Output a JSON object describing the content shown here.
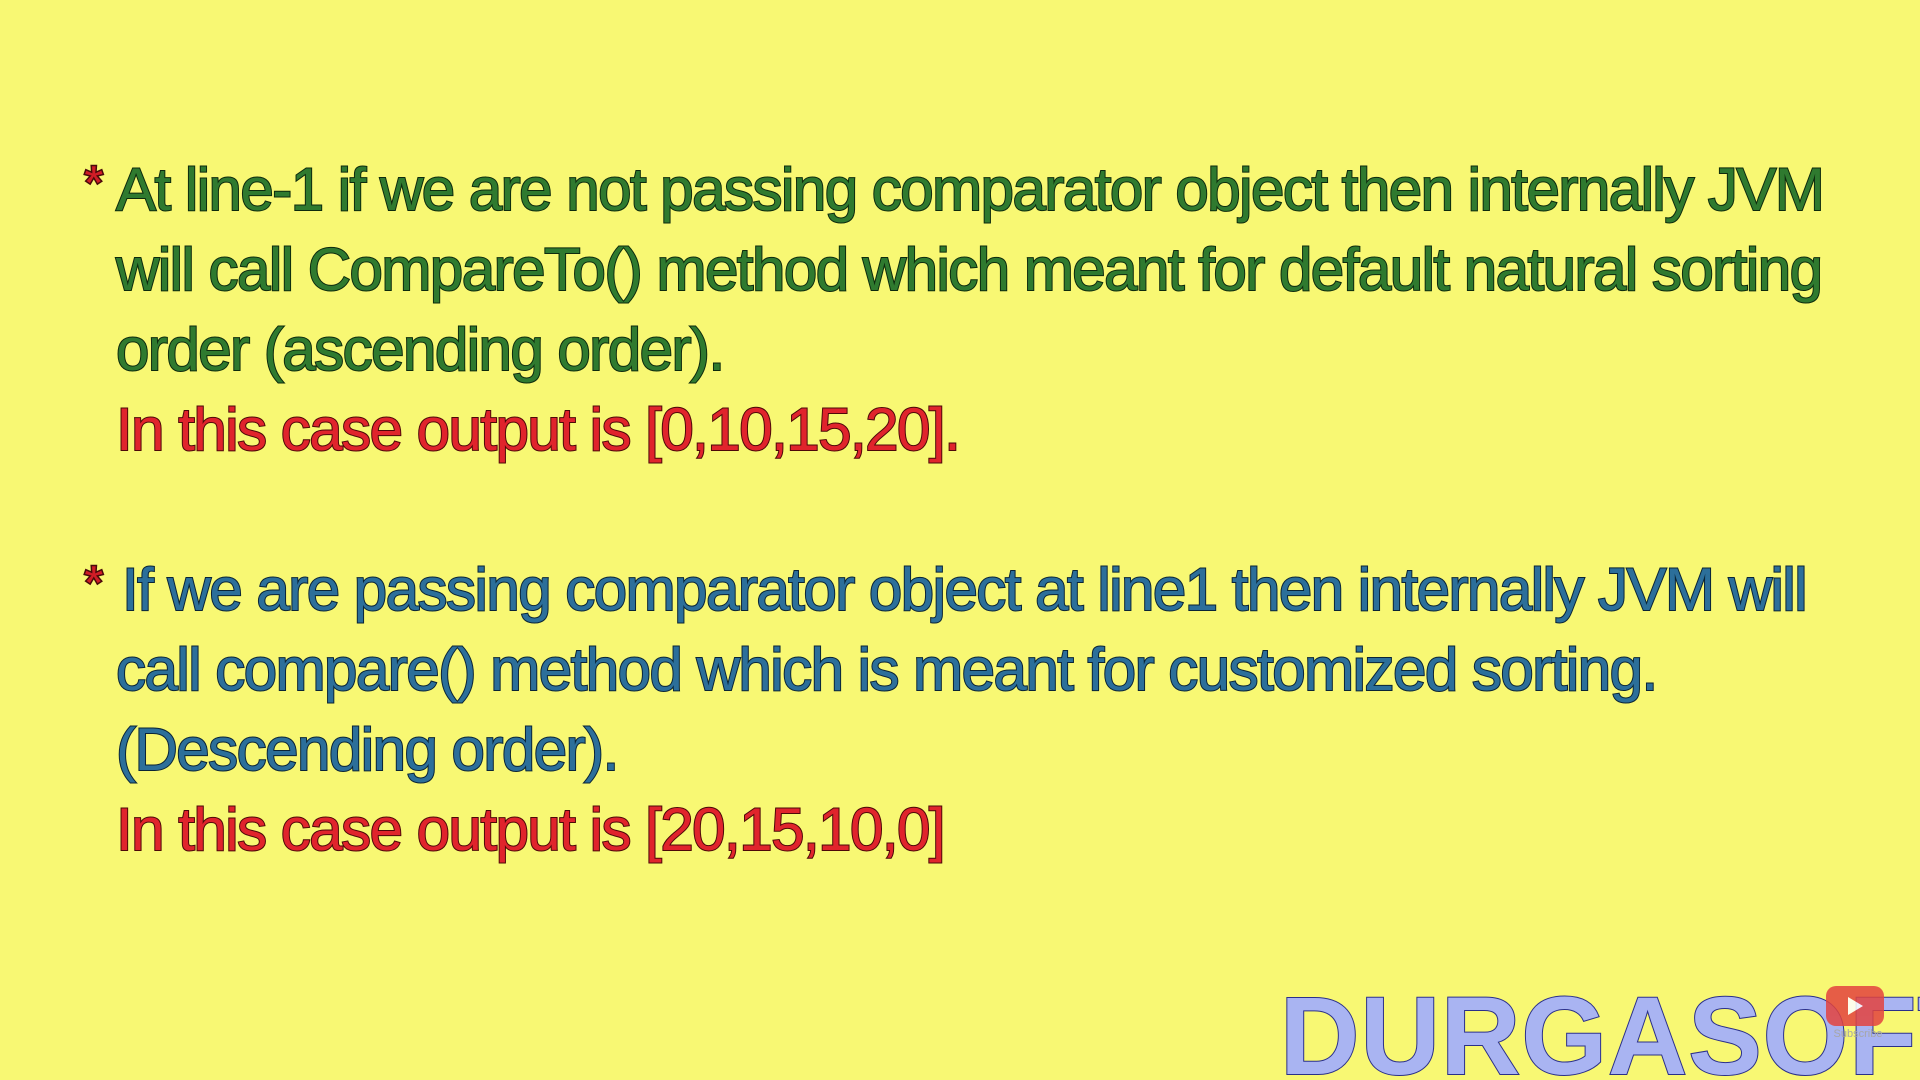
{
  "bullets": [
    {
      "marker": "*",
      "lines": [
        "At line-1 if we are not passing comparator object then internally JVM",
        "will call CompareTo() method which meant for default natural sorting",
        "order (ascending order)."
      ],
      "output": "In this case output is [0,10,15,20]."
    },
    {
      "marker": "*",
      "lines": [
        "If we are passing comparator object at line1 then internally JVM will",
        "call compare() method which is meant for customized sorting.",
        "(Descending order)."
      ],
      "output": "In this case output is [20,15,10,0]"
    }
  ],
  "brand": {
    "name": "DURGASOFT"
  },
  "subscribe": {
    "label": "Subscribe",
    "icon": "play-icon"
  },
  "colors": {
    "background": "#f8f873",
    "bullet1_text": "#2f7a2f",
    "bullet2_text": "#2c6f9a",
    "output_text": "#e0242c",
    "brand_fill": "#a9b4f2",
    "subscribe_badge": "#e3433f"
  }
}
